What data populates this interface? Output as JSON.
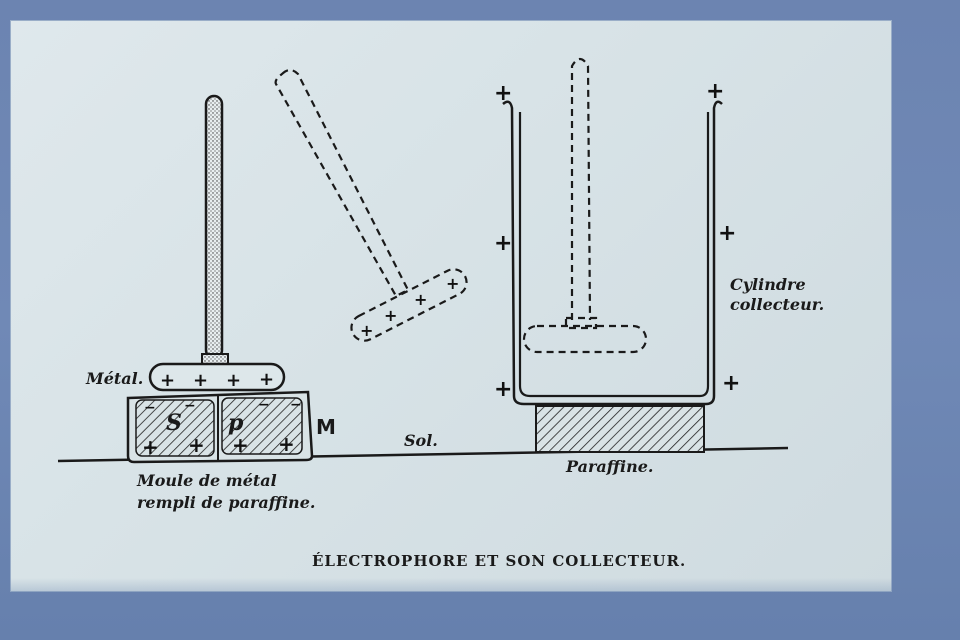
{
  "diagram": {
    "caption": "ÉLECTROPHORE ET SON COLLECTEUR.",
    "labels": {
      "metal": "Métal.",
      "mould_letter": "M",
      "sol": "Sol.",
      "mould_line1": "Moule de métal",
      "mould_line2": "rempli de paraffine.",
      "paraffine": "Paraffine.",
      "cylinder_line1": "Cylindre",
      "cylinder_line2": "collecteur.",
      "s_letter": "S",
      "p_letter": "p"
    },
    "signs": {
      "plus": "+",
      "minus": "−"
    }
  },
  "colors": {
    "background": "#6f87b3",
    "card": "#dae5e9",
    "ink": "#1a1a1a"
  }
}
